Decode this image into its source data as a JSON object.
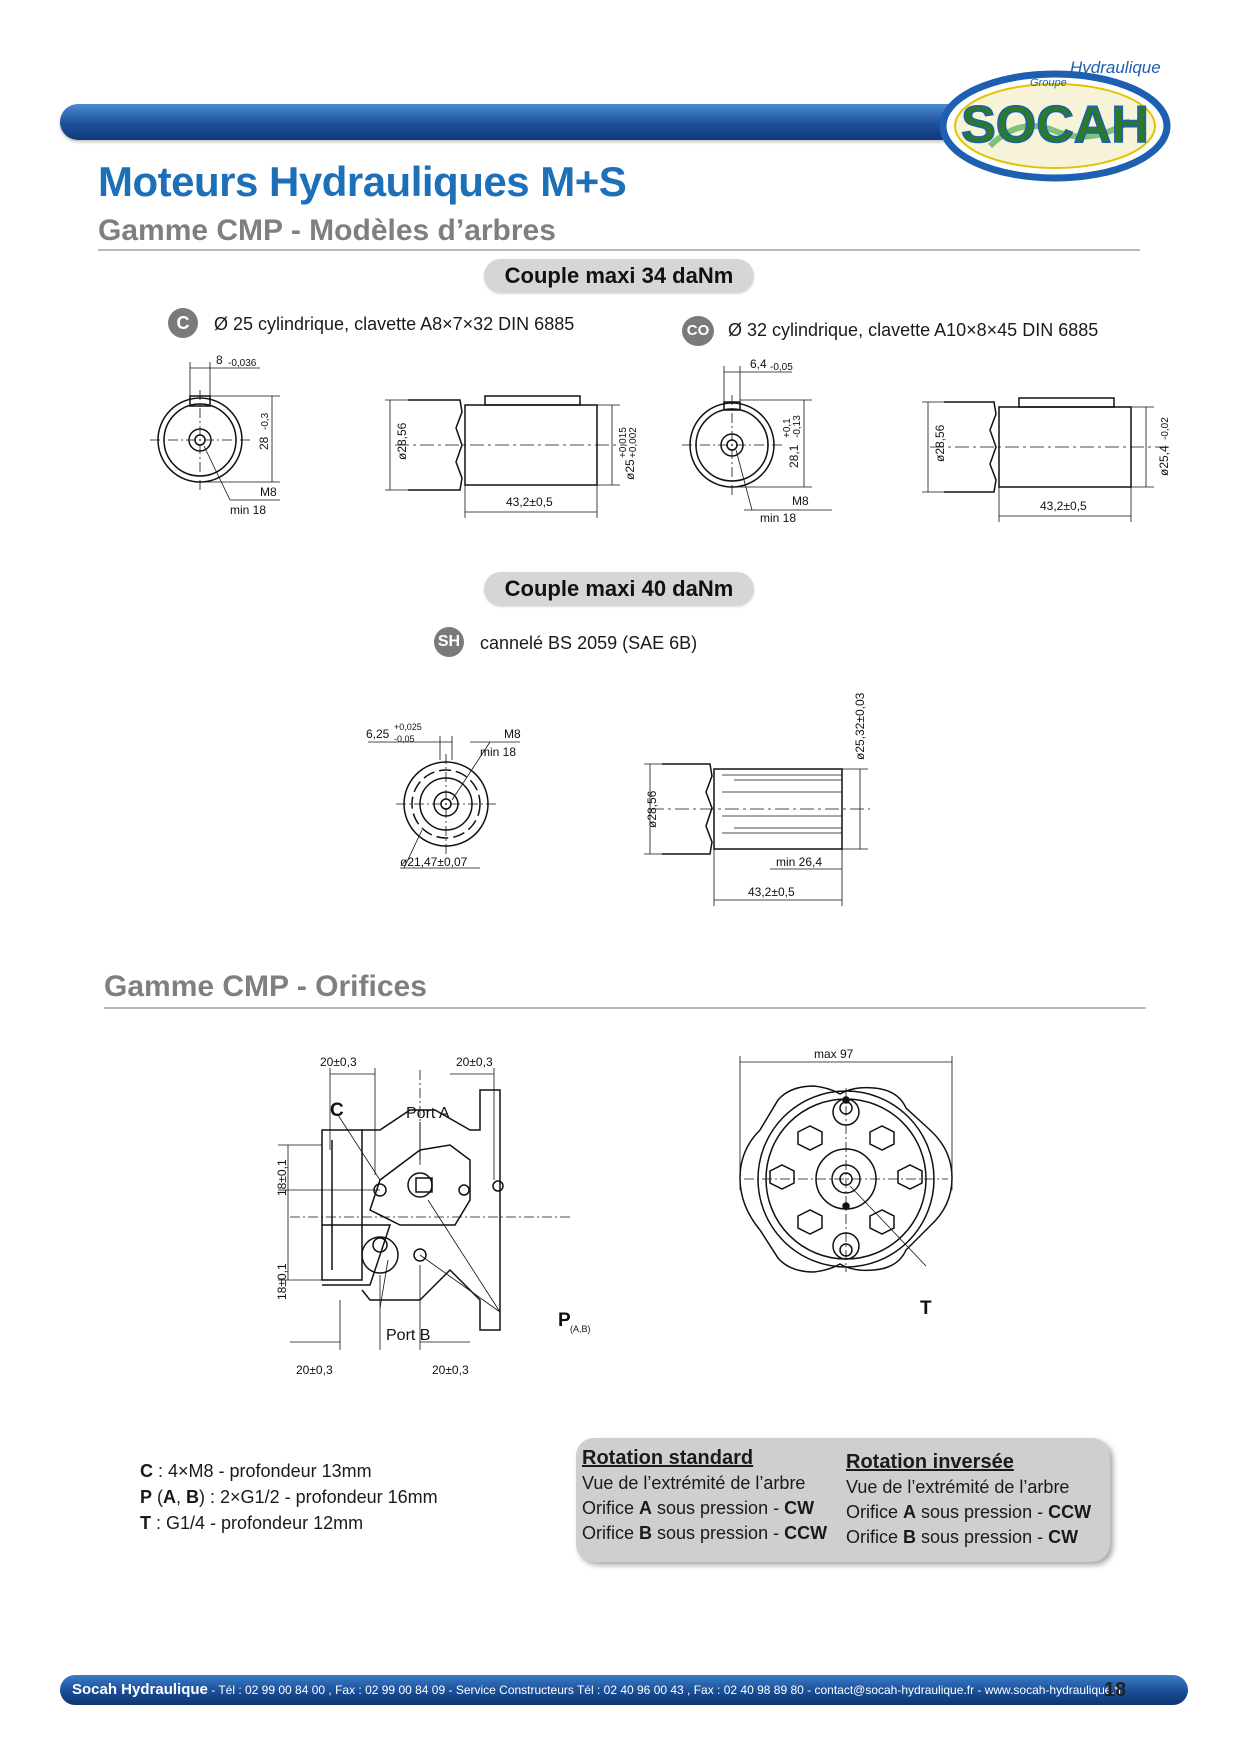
{
  "header": {
    "logo_group": "Groupe",
    "logo_brand": "SOCAH",
    "logo_hydraulique": "Hydraulique",
    "title": "Moteurs Hydrauliques M+S",
    "subtitle": "Gamme CMP - Modèles d’arbres"
  },
  "section_34": {
    "pill": "Couple maxi 34 daNm",
    "shaft_c": {
      "badge": "C",
      "desc": "Ø 25 cylindrique, clavette A8×7×32 DIN 6885",
      "dim_key": "8",
      "dim_key_tol": "-0,036",
      "dim_height": "28",
      "dim_height_tol": "-0,3",
      "thread": "M8",
      "depth": "min 18",
      "dia_body": "ø28,56",
      "dia_shaft": "ø25",
      "dia_shaft_tol_up": "+0,015",
      "dia_shaft_tol_low": "+0,002",
      "length": "43,2±0,5"
    },
    "shaft_co": {
      "badge": "CO",
      "desc": "Ø 32 cylindrique, clavette A10×8×45 DIN 6885",
      "dim_key": "6,4",
      "dim_key_tol": "-0,05",
      "dim_height": "28,1",
      "dim_height_tol_up": "+0,1",
      "dim_height_tol_low": "-0,13",
      "thread": "M8",
      "depth": "min 18",
      "dia_body": "ø28,56",
      "dia_shaft": "ø25,4",
      "dia_shaft_tol": "-0,02",
      "length": "43,2±0,5"
    }
  },
  "section_40": {
    "pill": "Couple maxi 40 daNm",
    "shaft_sh": {
      "badge": "SH",
      "desc": "cannelé BS 2059 (SAE 6B)",
      "dim_slot": "6,25",
      "dim_slot_tol_up": "+0,025",
      "dim_slot_tol_low": "-0,05",
      "thread": "M8",
      "depth": "min 18",
      "dia_spline_root": "ø21,47±0,07",
      "dia_body": "ø28,56",
      "dia_spline": "ø25,32±0,03",
      "spline_len": "min 26,4",
      "length": "43,2±0,5"
    }
  },
  "orifices": {
    "subtitle": "Gamme CMP - Orifices",
    "dim_top_left": "20±0,3",
    "dim_top_right": "20±0,3",
    "dim_bottom_left": "20±0,3",
    "dim_bottom_right": "20±0,3",
    "dim_side_upper": "18±0,1",
    "dim_side_lower": "18±0,1",
    "label_c": "C",
    "port_a": "Port A",
    "port_b": "Port B",
    "label_p": "P",
    "label_p_sub": "(A,B)",
    "max_width": "max 97",
    "label_t": "T"
  },
  "legend": {
    "c_key": "C",
    "c_text": " : 4×M8  -  profondeur 13mm",
    "p_key": "P",
    "p_open": " (",
    "p_a": "A",
    "p_comma": ", ",
    "p_b": "B",
    "p_text": ") : 2×G1/2 - profondeur 16mm",
    "t_key": "T",
    "t_text": " : G1/4 - profondeur 12mm"
  },
  "rotation": {
    "standard": {
      "title": "Rotation standard",
      "line1": "Vue de l’extrémité de l’arbre",
      "a_pre": "Orifice ",
      "a_key": "A",
      "a_mid": " sous pression  -  ",
      "a_dir": "CW",
      "b_pre": "Orifice ",
      "b_key": "B",
      "b_mid": " sous pression  -  ",
      "b_dir": "CCW"
    },
    "reverse": {
      "title": "Rotation inversée",
      "line1": "Vue de l’extrémité de l’arbre",
      "a_pre": "Orifice ",
      "a_key": "A",
      "a_mid": " sous pression  -  ",
      "a_dir": "CCW",
      "b_pre": "Orifice ",
      "b_key": "B",
      "b_mid": " sous pression  -  ",
      "b_dir": "CW"
    }
  },
  "footer": {
    "company": "Socah Hydraulique",
    "contact": " - Tél : 02 99 00 84 00 , Fax : 02 99 00 84 09 - Service Constructeurs  Tél : 02 40 96 00 43 , Fax : 02 40 98 89 80 - contact@socah-hydraulique.fr - www.socah-hydraulique.fr",
    "page": "18"
  },
  "colors": {
    "title_blue": "#1d6fb8",
    "bar_blue": "#1c4f9a",
    "grey_text": "#7f7f7f",
    "pill_grey": "#d6d6d6"
  }
}
